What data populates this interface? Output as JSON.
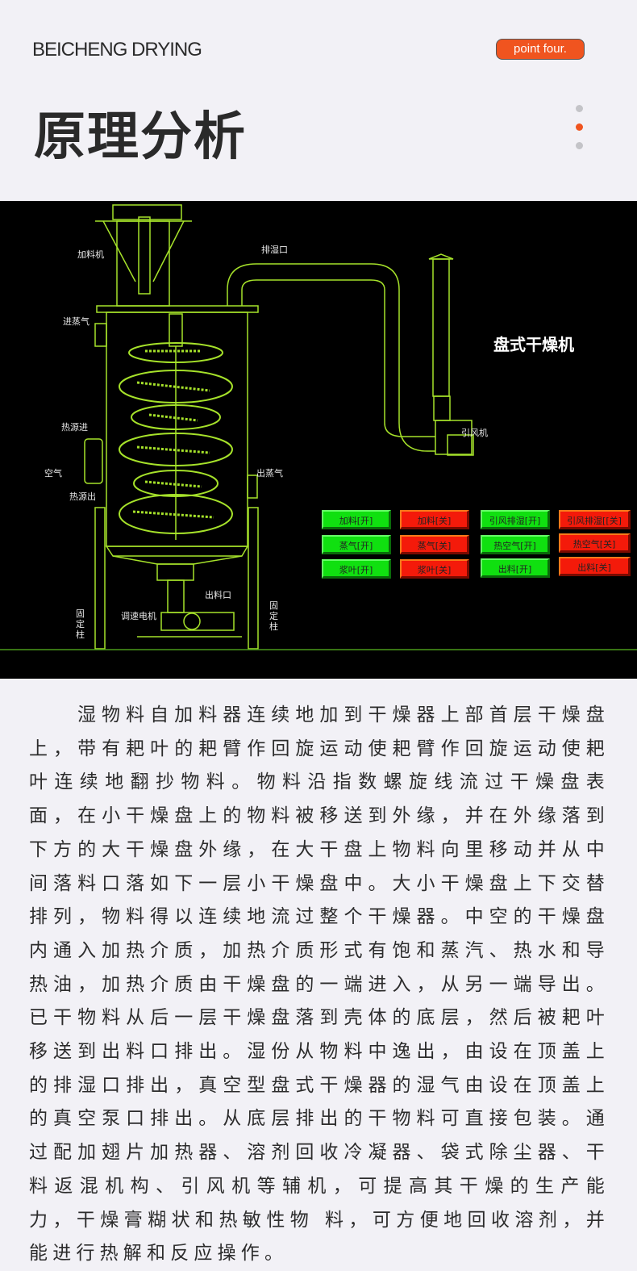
{
  "header": {
    "brand": "BEICHENG DRYING",
    "badge": "point four.",
    "title": "原理分析"
  },
  "colors": {
    "accent": "#f0541f",
    "line": "#a6e22a",
    "on": "#10e010",
    "off": "#f41a0a"
  },
  "diagram": {
    "title": "盘式干燥机",
    "labels": {
      "feeder": "加料机",
      "dehumid": "排湿口",
      "steam_in": "进蒸气",
      "heat_in": "热源进",
      "air": "空气",
      "heat_out": "热源出",
      "steam_out": "出蒸气",
      "fan": "引风机",
      "outlet": "出料口",
      "motor": "调速电机",
      "pillar_left": "固定柱",
      "pillar_right": "固定柱"
    },
    "buttons": [
      [
        "加料[开]",
        "加料[关]",
        "引风排湿[开]",
        "引风排湿[[关]"
      ],
      [
        "蒸气[开]",
        "蒸气[关]",
        "热空气[开]",
        "热空气[关]"
      ],
      [
        "浆叶[开]",
        "浆叶[关]",
        "出料[开]",
        "出料[关]"
      ]
    ]
  },
  "description": "湿物料自加料器连续地加到干燥器上部首层干燥盘上，带有耙叶的耙臂作回旋运动使耙臂作回旋运动使耙叶连续地翻抄物料。物料沿指数螺旋线流过干燥盘表面，在小干燥盘上的物料被移送到外缘，并在外缘落到下方的大干燥盘外缘，在大干盘上物料向里移动并从中间落料口落如下一层小干燥盘中。大小干燥盘上下交替排列，物料得以连续地流过整个干燥器。中空的干燥盘内通入加热介质，加热介质形式有饱和蒸汽、热水和导热油，加热介质由干燥盘的一端进入，从另一端导出。已干物料从后一层干燥盘落到壳体的底层，然后被耙叶移送到出料口排出。湿份从物料中逸出，由设在顶盖上的排湿口排出，真空型盘式干燥器的湿气由设在顶盖上的真空泵口排出。从底层排出的干物料可直接包装。通过配加翅片加热器、溶剂回收冷凝器、袋式除尘器、干料返混机构、引风机等辅机，可提高其干燥的生产能力，干燥膏糊状和热敏性物 料，可方便地回收溶剂，并能进行热解和反应操作。"
}
